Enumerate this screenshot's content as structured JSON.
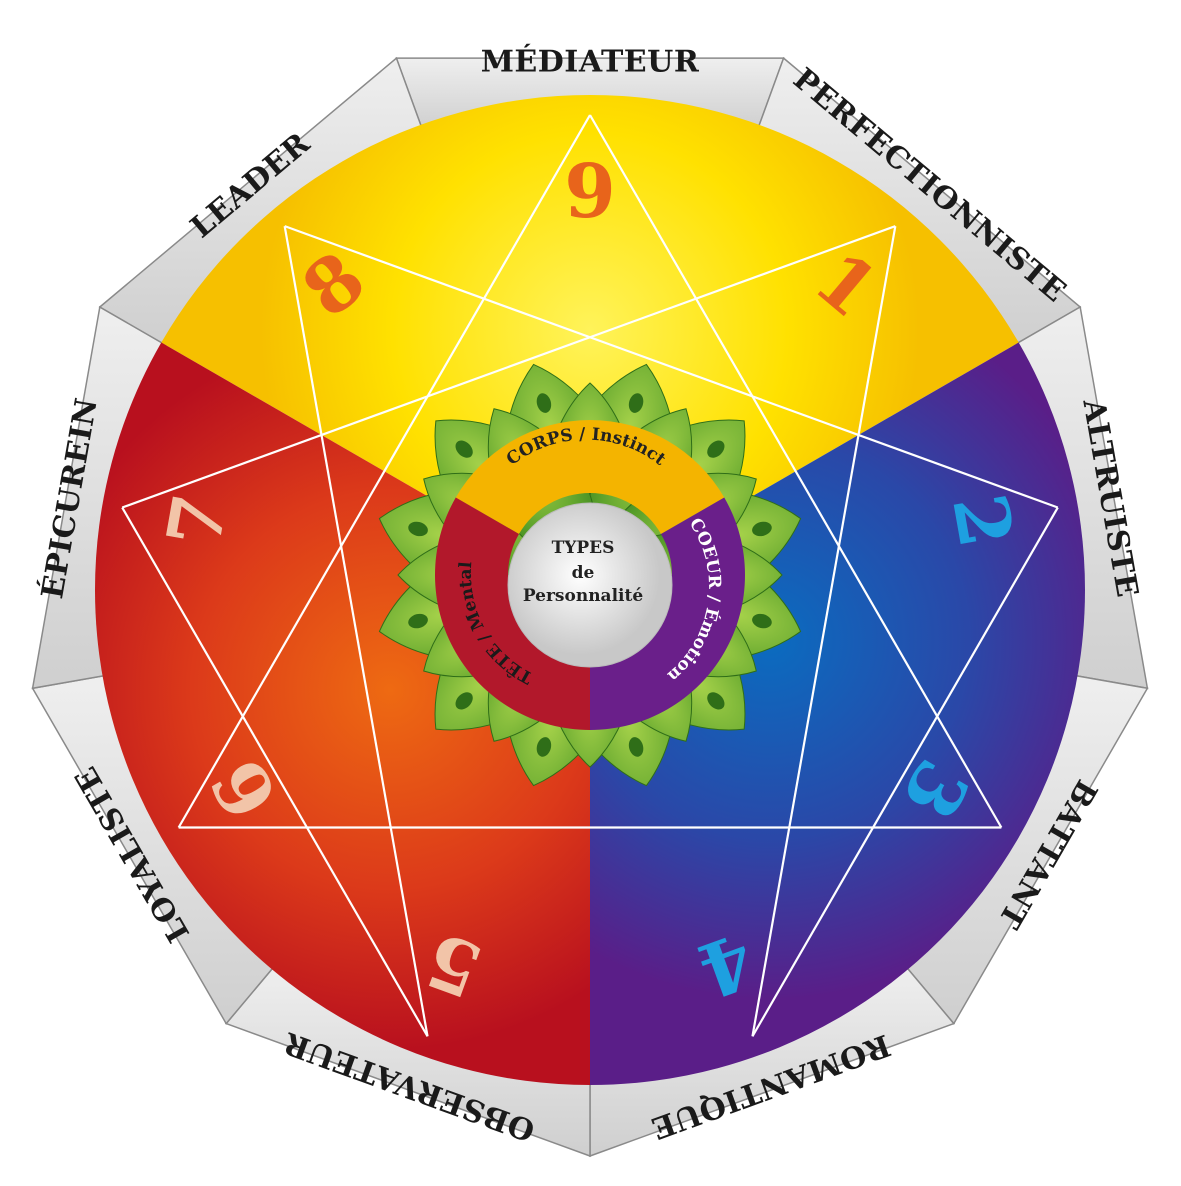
{
  "center": {
    "line1": "TYPES",
    "line2": "de",
    "line3": "Personnalité"
  },
  "centers": [
    {
      "id": "corps",
      "label": "CORPS / Instinct",
      "color": "#f4b400",
      "text_color": "#222222"
    },
    {
      "id": "coeur",
      "label": "COEUR / Émotion",
      "color": "#6a1f8a",
      "text_color": "#ffffff"
    },
    {
      "id": "tete",
      "label": "TÊTE / Mental",
      "color": "#b2182b",
      "text_color": "#1a1a1a"
    }
  ],
  "types": [
    {
      "number": "9",
      "name": "MÉDIATEUR",
      "number_color": "#e8641b"
    },
    {
      "number": "1",
      "name": "PERFECTIONNISTE",
      "number_color": "#e8641b"
    },
    {
      "number": "2",
      "name": "ALTRUISTE",
      "number_color": "#1ea0e0"
    },
    {
      "number": "3",
      "name": "BATTANT",
      "number_color": "#1ea0e0"
    },
    {
      "number": "4",
      "name": "ROMANTIQUE",
      "number_color": "#1ea0e0"
    },
    {
      "number": "5",
      "name": "OBSERVATEUR",
      "number_color": "#f2c4a8"
    },
    {
      "number": "6",
      "name": "LOYALISTE",
      "number_color": "#f2c4a8"
    },
    {
      "number": "7",
      "name": "ÉPICUREIN",
      "number_color": "#f2c4a8"
    },
    {
      "number": "8",
      "name": "LEADER",
      "number_color": "#e8641b"
    }
  ],
  "colors": {
    "yellow": "#ffe000",
    "red": "#c8141e",
    "purple": "#5a1e88",
    "blue": "#0060b0",
    "leaf_dark": "#3f8a22",
    "leaf_light": "#8fc43a",
    "frame": "#d9d9d9"
  }
}
